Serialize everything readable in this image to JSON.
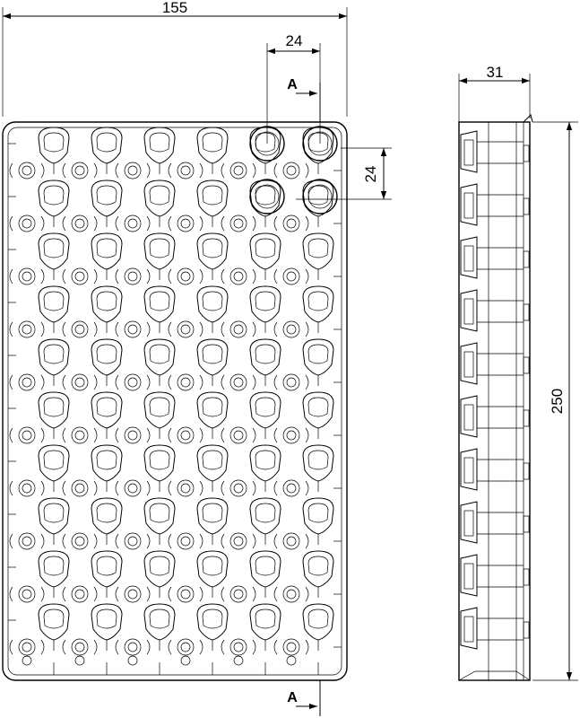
{
  "dimensions": {
    "total_width": "155",
    "cell_pitch_x": "24",
    "cell_pitch_y": "24",
    "total_height": "250",
    "depth": "31"
  },
  "section": {
    "label_top": "A",
    "label_bottom": "A"
  },
  "tray": {
    "rows": 10,
    "cols": 6
  }
}
